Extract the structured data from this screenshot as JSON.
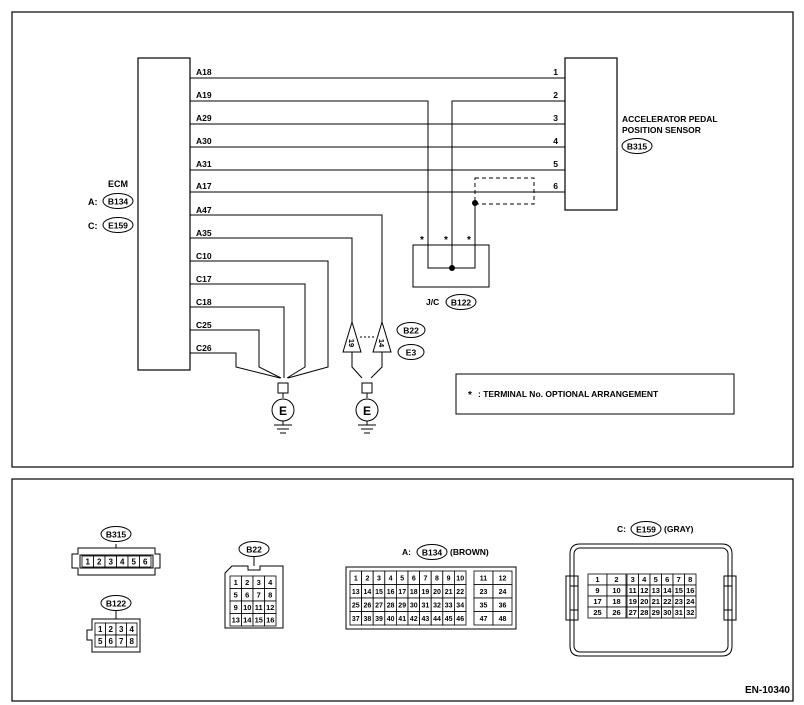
{
  "ecm": {
    "label": "ECM",
    "connectors": [
      {
        "prefix": "A:",
        "id": "B134"
      },
      {
        "prefix": "C:",
        "id": "E159"
      }
    ],
    "pins": [
      "A18",
      "A19",
      "A29",
      "A30",
      "A31",
      "A17",
      "A47",
      "A35",
      "C10",
      "C17",
      "C18",
      "C25",
      "C26"
    ]
  },
  "sensor": {
    "title_line1": "ACCELERATOR PEDAL",
    "title_line2": "POSITION SENSOR",
    "connector": "B315",
    "pins": [
      "1",
      "2",
      "3",
      "4",
      "5",
      "6"
    ]
  },
  "junction": {
    "label": "J/C",
    "connector": "B122",
    "stars": [
      "*",
      "*",
      "*"
    ]
  },
  "grounds": {
    "symbol": "E",
    "terminal_19": "19",
    "terminal_14": "14",
    "connector_b22": "B22",
    "connector_e3": "E3"
  },
  "note": {
    "star": "*",
    "text": ": TERMINAL No. OPTIONAL ARRANGEMENT"
  },
  "connector_views": {
    "b315": {
      "label": "B315",
      "pins": [
        "1",
        "2",
        "3",
        "4",
        "5",
        "6"
      ]
    },
    "b122": {
      "label": "B122",
      "rows": [
        [
          "1",
          "2",
          "3",
          "4"
        ],
        [
          "5",
          "6",
          "7",
          "8"
        ]
      ]
    },
    "b22": {
      "label": "B22",
      "rows": [
        [
          "1",
          "2",
          "3",
          "4"
        ],
        [
          "5",
          "6",
          "7",
          "8"
        ],
        [
          "9",
          "10",
          "11",
          "12"
        ],
        [
          "13",
          "14",
          "15",
          "16"
        ]
      ]
    },
    "b134": {
      "prefix": "A:",
      "label": "B134",
      "color": "(BROWN)",
      "left_rows": [
        [
          "1",
          "2",
          "3",
          "4",
          "5",
          "6",
          "7",
          "8",
          "9",
          "10"
        ],
        [
          "13",
          "14",
          "15",
          "16",
          "17",
          "18",
          "19",
          "20",
          "21",
          "22"
        ],
        [
          "25",
          "26",
          "27",
          "28",
          "29",
          "30",
          "31",
          "32",
          "33",
          "34"
        ],
        [
          "37",
          "38",
          "39",
          "40",
          "41",
          "42",
          "43",
          "44",
          "45",
          "46"
        ]
      ],
      "right_rows": [
        [
          "11",
          "12"
        ],
        [
          "23",
          "24"
        ],
        [
          "35",
          "36"
        ],
        [
          "47",
          "48"
        ]
      ]
    },
    "e159": {
      "prefix": "C:",
      "label": "E159",
      "color": "(GRAY)",
      "left_rows": [
        [
          "1",
          "2"
        ],
        [
          "9",
          "10"
        ],
        [
          "17",
          "18"
        ],
        [
          "25",
          "26"
        ]
      ],
      "right_rows": [
        [
          "3",
          "4",
          "5",
          "6",
          "7",
          "8"
        ],
        [
          "11",
          "12",
          "13",
          "14",
          "15",
          "16"
        ],
        [
          "19",
          "20",
          "21",
          "22",
          "23",
          "24"
        ],
        [
          "27",
          "28",
          "29",
          "30",
          "31",
          "32"
        ]
      ]
    }
  },
  "footer": {
    "code": "EN-10340"
  }
}
